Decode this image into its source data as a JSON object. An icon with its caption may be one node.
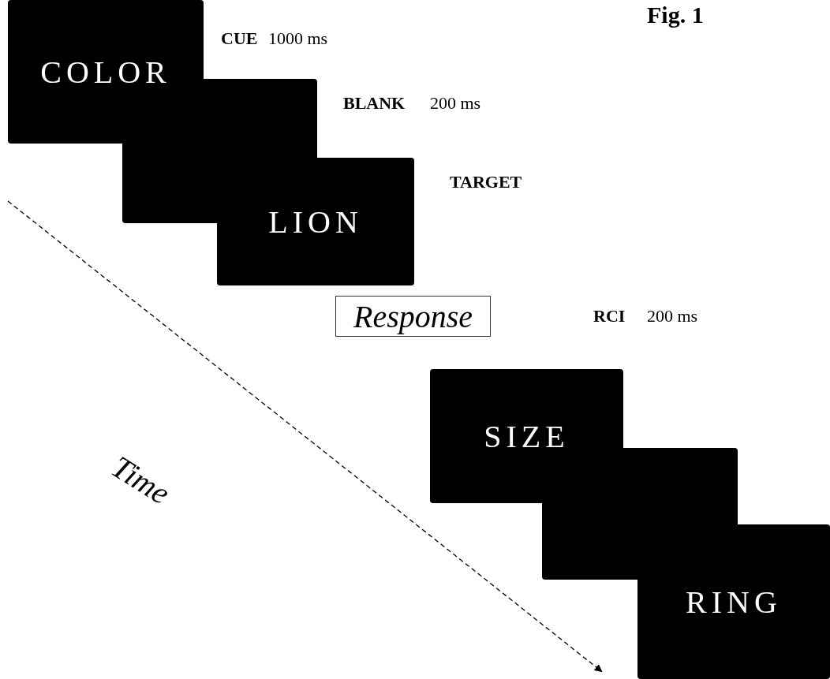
{
  "diagram": {
    "title": "Fig. 1",
    "nodes": [
      {
        "text": [
          "COLOR"
        ],
        "beside": [
          "CUE",
          "1000 ms"
        ]
      },
      {
        "text": [],
        "shape": "box",
        "beside": [
          "BLANK",
          "200 ms"
        ]
      },
      {
        "text": [
          "LION"
        ],
        "beside": [
          "TARGET"
        ]
      },
      {
        "text": [
          "Response"
        ],
        "beside": [
          "RCI",
          "200 ms"
        ]
      },
      {
        "text": [
          "SIZE"
        ]
      },
      {
        "text": [],
        "shape": "box"
      },
      {
        "text": [
          "RING"
        ]
      }
    ],
    "edges": [],
    "labels": [
      "Time"
    ]
  }
}
